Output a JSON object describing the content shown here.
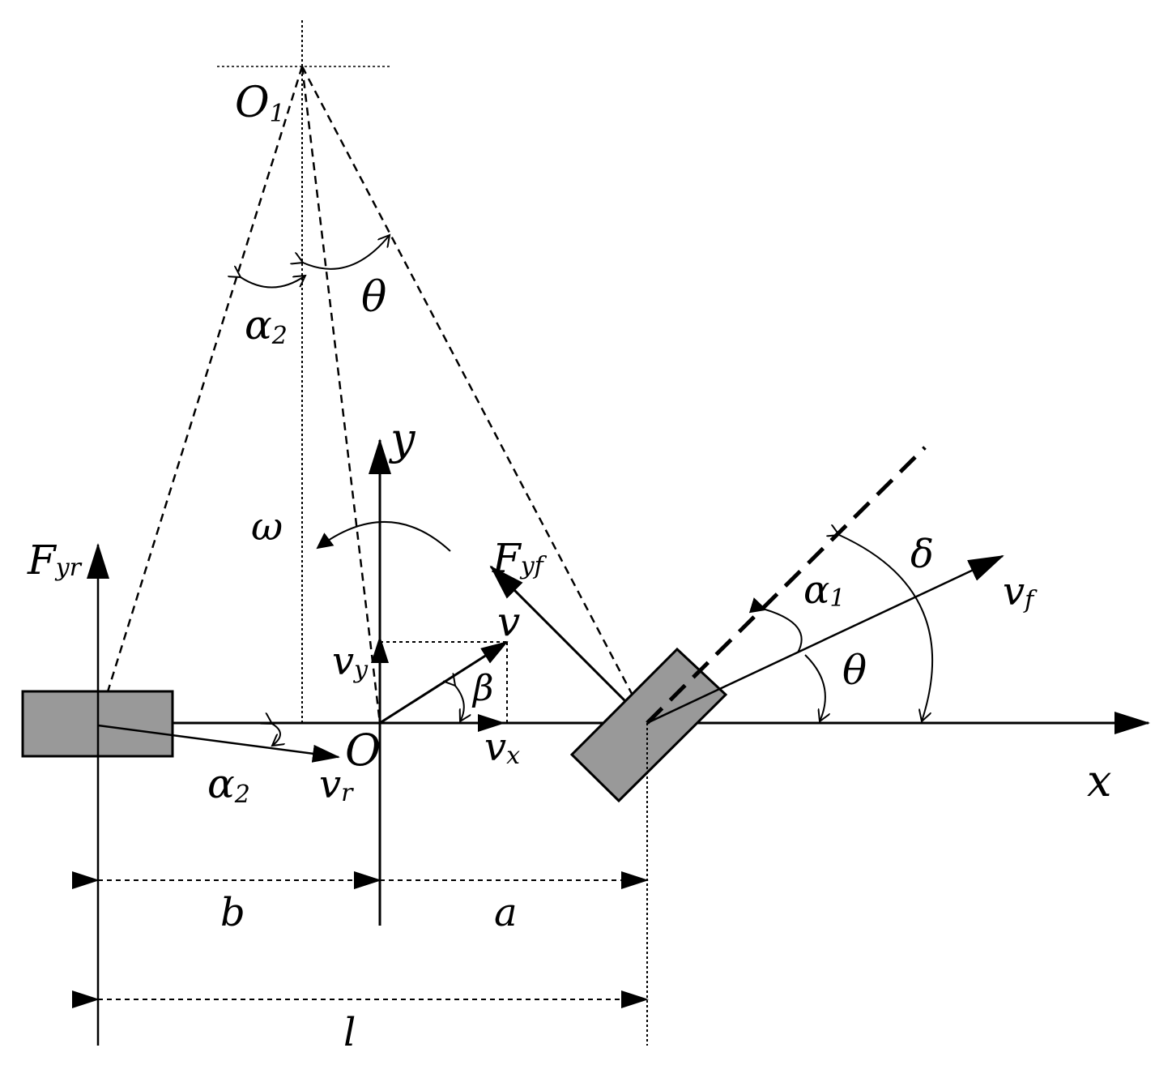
{
  "labels": {
    "O1_main": "O",
    "O1_sub": "1",
    "theta_top": "θ",
    "alpha2_top_main": "α",
    "alpha2_top_sub": "2",
    "y_axis": "y",
    "omega": "ω",
    "Fyr_main": "F",
    "Fyr_sub": "yr",
    "Fyf_main": "F",
    "Fyf_sub": "yf",
    "v": "v",
    "vy_main": "v",
    "vy_sub": "y",
    "beta": "β",
    "vx_main": "v",
    "vx_sub": "x",
    "origin": "O",
    "vr_main": "v",
    "vr_sub": "r",
    "alpha2_bottom_main": "α",
    "alpha2_bottom_sub": "2",
    "delta": "δ",
    "alpha1_main": "α",
    "alpha1_sub": "1",
    "vf_main": "v",
    "vf_sub": "f",
    "theta_right": "θ",
    "x_axis": "x",
    "b": "b",
    "a": "a",
    "l": "l"
  },
  "colors": {
    "line": "#000000",
    "wheel_fill": "#999999"
  }
}
